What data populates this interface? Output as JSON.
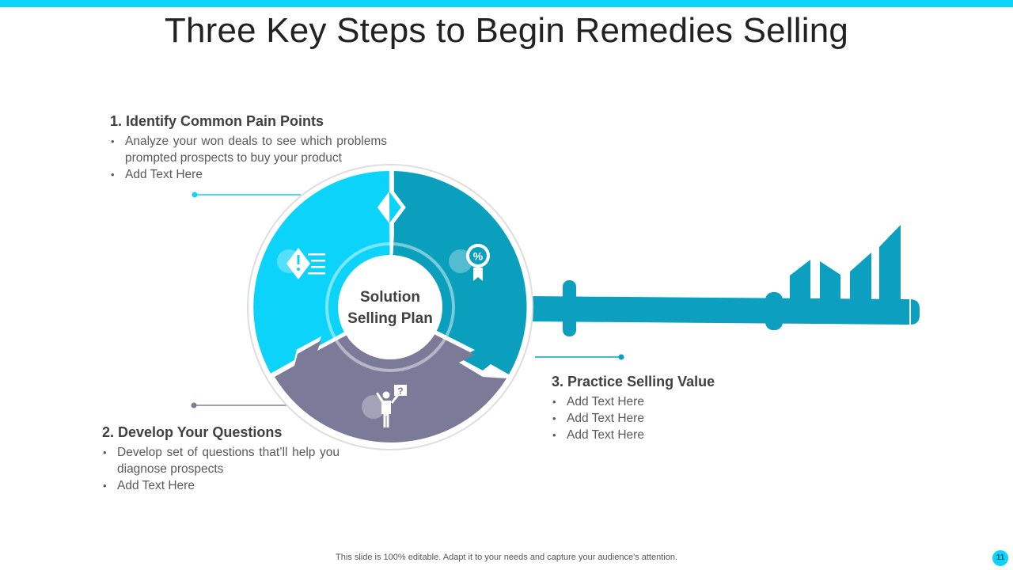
{
  "slide": {
    "title": "Three Key Steps to Begin Remedies Selling",
    "footer": "This slide is 100% editable. Adapt it to your needs and capture your audience's attention.",
    "page_number": "11"
  },
  "colors": {
    "accent_cyan": "#0bd3f9",
    "teal": "#0aa0bd",
    "purple_gray": "#7b7b99",
    "key_blue": "#0c9fbf"
  },
  "center": {
    "line1": "Solution",
    "line2": "Selling Plan"
  },
  "steps": [
    {
      "title": "1. Identify Common Pain Points",
      "bullets": [
        "Analyze your won deals to see which problems prompted prospects to buy your product",
        "Add Text Here"
      ],
      "icon": "warning-list-icon"
    },
    {
      "title": "2. Develop Your Questions",
      "bullets": [
        "Develop set of questions that’ll help you diagnose prospects",
        "Add Text Here"
      ],
      "icon": "person-question-icon"
    },
    {
      "title": "3. Practice Selling Value",
      "bullets": [
        "Add Text Here",
        "Add Text Here",
        "Add Text Here"
      ],
      "icon": "percent-badge-icon"
    }
  ]
}
